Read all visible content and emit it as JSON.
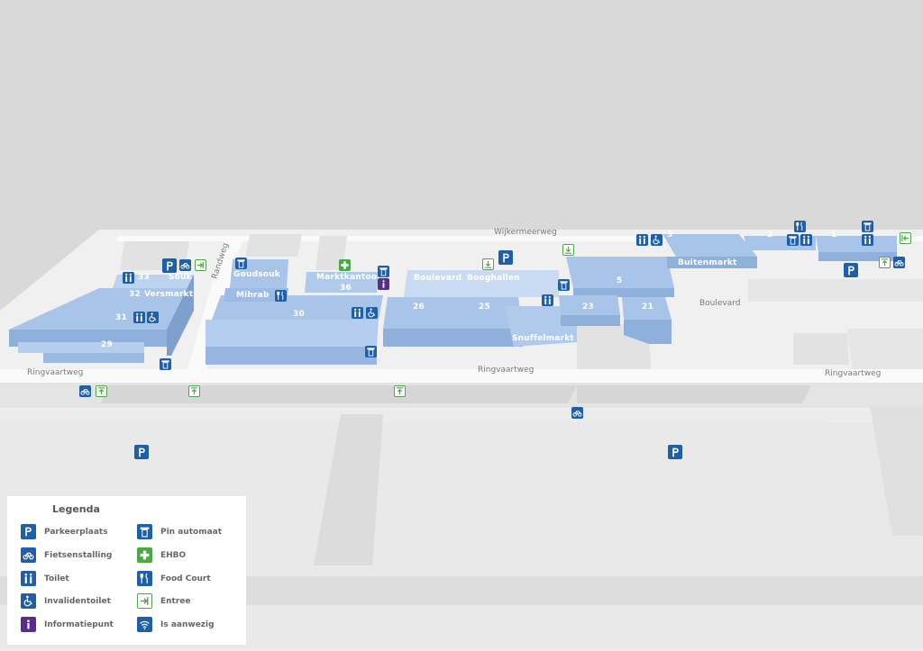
{
  "colors": {
    "background": "#d9d9d9",
    "ground": "#efefef",
    "building": "#aac6e8",
    "building_top": "#bcd4f0",
    "icon_blue": "#1f5fa8",
    "icon_green": "#4ea649",
    "icon_purple": "#5a2d8c"
  },
  "roads": {
    "wijkermeerweg": "Wijkermeerweg",
    "randweg": "Randweg",
    "ringvaartweg_left": "Ringvaartweg",
    "ringvaartweg_center": "Ringvaartweg",
    "ringvaartweg_right": "Ringvaartweg",
    "boulevard_right": "Boulevard"
  },
  "halls": {
    "h1": "1",
    "h2": "2",
    "h3": "3",
    "h5": "5",
    "h21": "21",
    "h23": "23",
    "h25": "25",
    "h26": "26",
    "h29": "29",
    "h30": "30",
    "h31": "31",
    "h32": "32",
    "h33": "33",
    "h36": "36"
  },
  "areas": {
    "souk": "Souk",
    "versmarkt": "Versmarkt",
    "goudsouk": "Goudsouk",
    "mihrab": "Mihrab",
    "marktkantoor": "Marktkantoor",
    "boulevard": "Boulevard",
    "booghallen": "Booghallen",
    "snuffelmarkt": "Snuffelmarkt",
    "buitenmarkt": "Buitenmarkt"
  },
  "legend": {
    "title": "Legenda",
    "items": [
      {
        "label": "Parkeerplaats",
        "icon": "parking-icon"
      },
      {
        "label": "Fietsenstalling",
        "icon": "bicycle-icon"
      },
      {
        "label": "Toilet",
        "icon": "toilet-icon"
      },
      {
        "label": "Invalidentoilet",
        "icon": "wheelchair-icon"
      },
      {
        "label": "Informatiepunt",
        "icon": "info-icon"
      },
      {
        "label": "Pin automaat",
        "icon": "atm-icon"
      },
      {
        "label": "EHBO",
        "icon": "first-aid-icon"
      },
      {
        "label": "Food Court",
        "icon": "food-court-icon"
      },
      {
        "label": "Entree",
        "icon": "entrance-icon"
      },
      {
        "label": "Is aanwezig",
        "icon": "wifi-icon"
      }
    ]
  }
}
